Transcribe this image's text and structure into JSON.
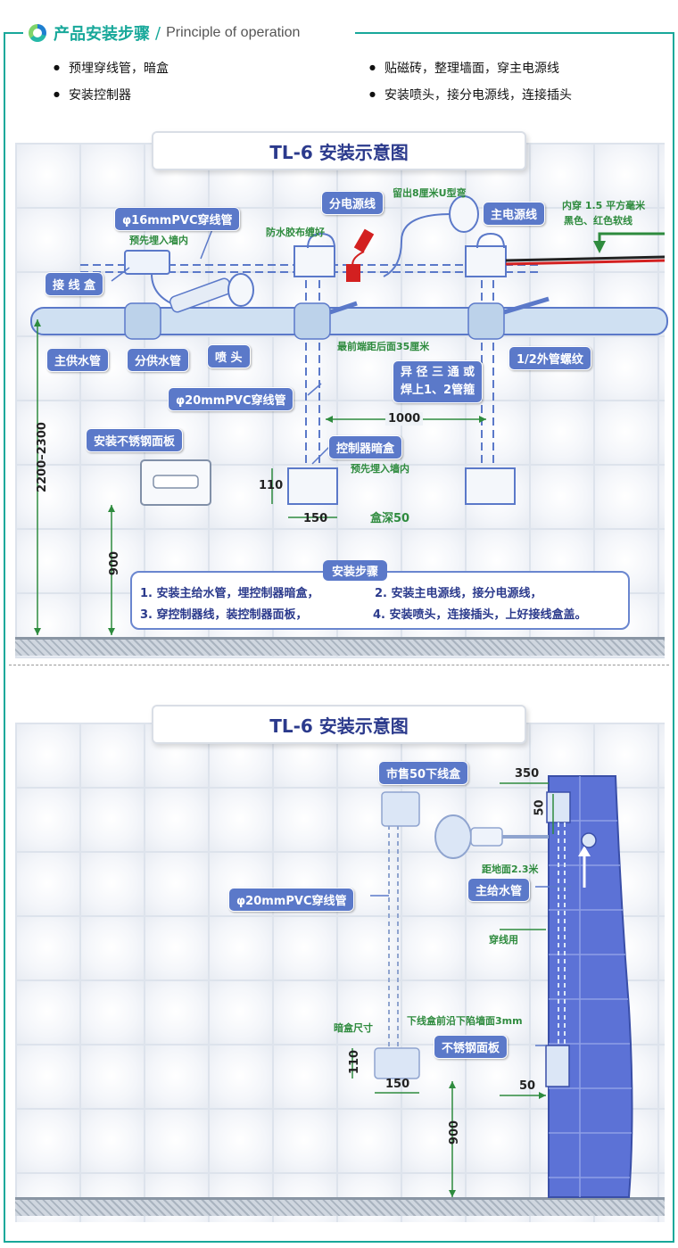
{
  "header": {
    "title_cn": "产品安装步骤",
    "separator": "/",
    "title_en": "Principle of operation"
  },
  "bullets": [
    "预埋穿线管，暗盒",
    "贴磁砖，整理墙面，穿主电源线",
    "安装控制器",
    "安装喷头，接分电源线，连接插头"
  ],
  "diagram1": {
    "title": "TL-6  安装示意图",
    "labels": {
      "conduit16": "φ16mmPVC穿线管",
      "pre_embed": "预先埋入墙内",
      "waterproof": "防水胶布缠好",
      "branch_power": "分电源线",
      "u_bend": "留出8厘米U型弯",
      "main_power": "主电源线",
      "wire_spec1": "内穿 1.5 平方毫米",
      "wire_spec2": "黑色、红色软线",
      "junction_box": "接 线 盒",
      "main_pipe": "主供水管",
      "branch_pipe": "分供水管",
      "nozzle": "喷  头",
      "front_distance": "最前端距后面35厘米",
      "tee1": "异 径 三 通 或",
      "tee2": "焊上1、2管箍",
      "thread": "1/2外管螺纹",
      "conduit20": "φ20mmPVC穿线管",
      "dim_1000": "1000",
      "ctrl_box": "控制器暗盒",
      "pre_embed2": "预先埋入墙内",
      "panel": "安装不锈钢面板",
      "dim_110": "110",
      "dim_150": "150",
      "box_depth": "盒深50",
      "dim_2200": "2200–2300",
      "dim_900": "900"
    },
    "steps_title": "安装步骤",
    "steps": [
      "1. 安装主给水管，埋控制器暗盒，",
      "2. 安装主电源线，接分电源线，",
      "3. 穿控制器线，装控制器面板，",
      "4. 安装喷头，连接插头，上好接线盒盖。"
    ]
  },
  "diagram2": {
    "title": "TL-6  安装示意图",
    "labels": {
      "outlet_box": "市售50下线盒",
      "dim_350": "350",
      "dim_50a": "50",
      "height": "距地面2.3米",
      "main_pipe": "主给水管",
      "conduit20": "φ20mmPVC穿线管",
      "wiring": "穿线用",
      "box_size": "暗盒尺寸",
      "recess": "下线盒前沿下陷墙面3mm",
      "dim_110": "110",
      "panel": "不锈钢面板",
      "dim_150": "150",
      "dim_50b": "50",
      "dim_900": "900"
    }
  }
}
